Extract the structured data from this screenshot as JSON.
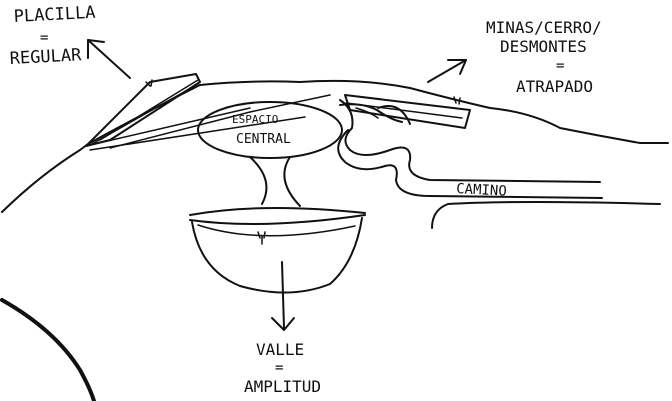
{
  "labels": {
    "placilla_line1": "PLACILLA",
    "placilla_eq": "=",
    "placilla_line2": "REGULAR",
    "minas_line1": "MINAS/CERRO/",
    "minas_line2": "DESMONTES",
    "minas_eq": "=",
    "minas_line3": "ATRAPADO",
    "espacio_line1": "ESPACIO",
    "espacio_line2": "CENTRAL",
    "camino": "CAMINO",
    "valle_line1": "VALLE",
    "valle_eq": "=",
    "valle_line2": "AMPLITUD"
  },
  "colors": {
    "ink": "#111111",
    "paper": "#ffffff"
  }
}
